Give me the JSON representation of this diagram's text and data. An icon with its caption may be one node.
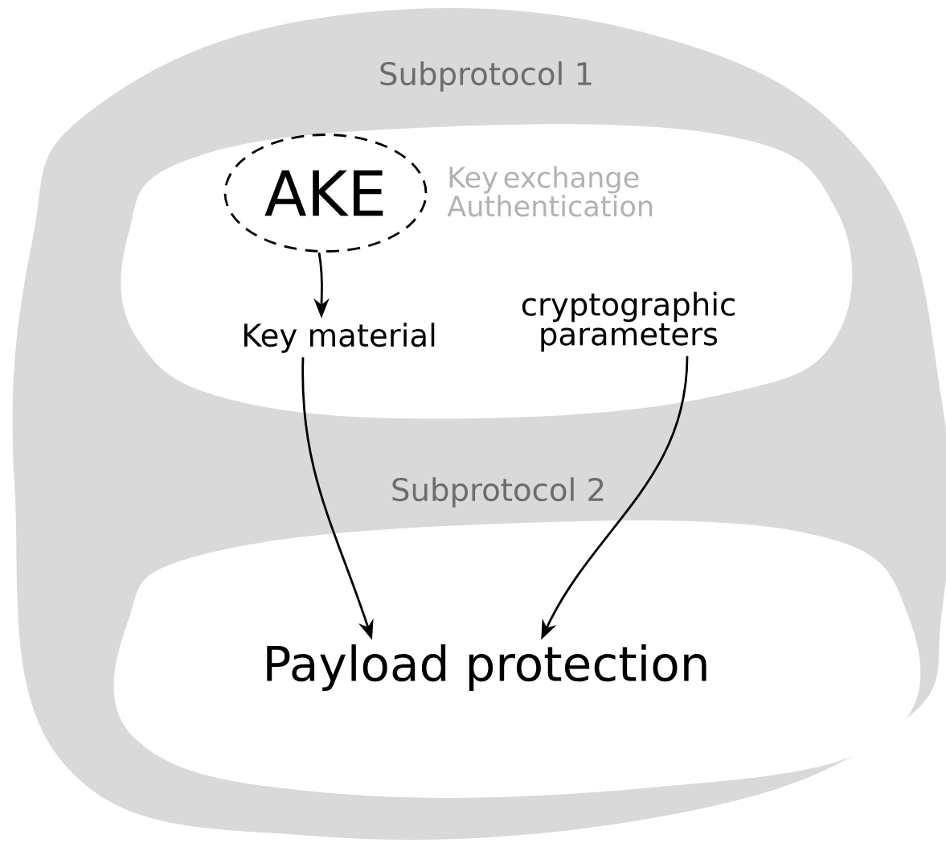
{
  "diagram": {
    "nodes": [
      {
        "text": [],
        "shape": "blob"
      },
      {
        "text": [
          "Subprotocol 1"
        ],
        "in": 0
      },
      {
        "text": [
          "AKE"
        ],
        "beside": [
          "Key exchange Authentication"
        ],
        "in": 1
      },
      {
        "text": [
          "Key material"
        ],
        "in": 1
      },
      {
        "text": [
          "cryptographic parameters"
        ],
        "in": 1
      },
      {
        "text": [
          "Subprotocol 2",
          "Payload protection"
        ],
        "in": 0
      }
    ],
    "edges": [
      {
        "from": 2,
        "to": 3,
        "arrow": "to"
      },
      {
        "from": 3,
        "to": 5,
        "arrow": "to"
      },
      {
        "from": 4,
        "to": 5,
        "arrow": "to"
      }
    ]
  }
}
